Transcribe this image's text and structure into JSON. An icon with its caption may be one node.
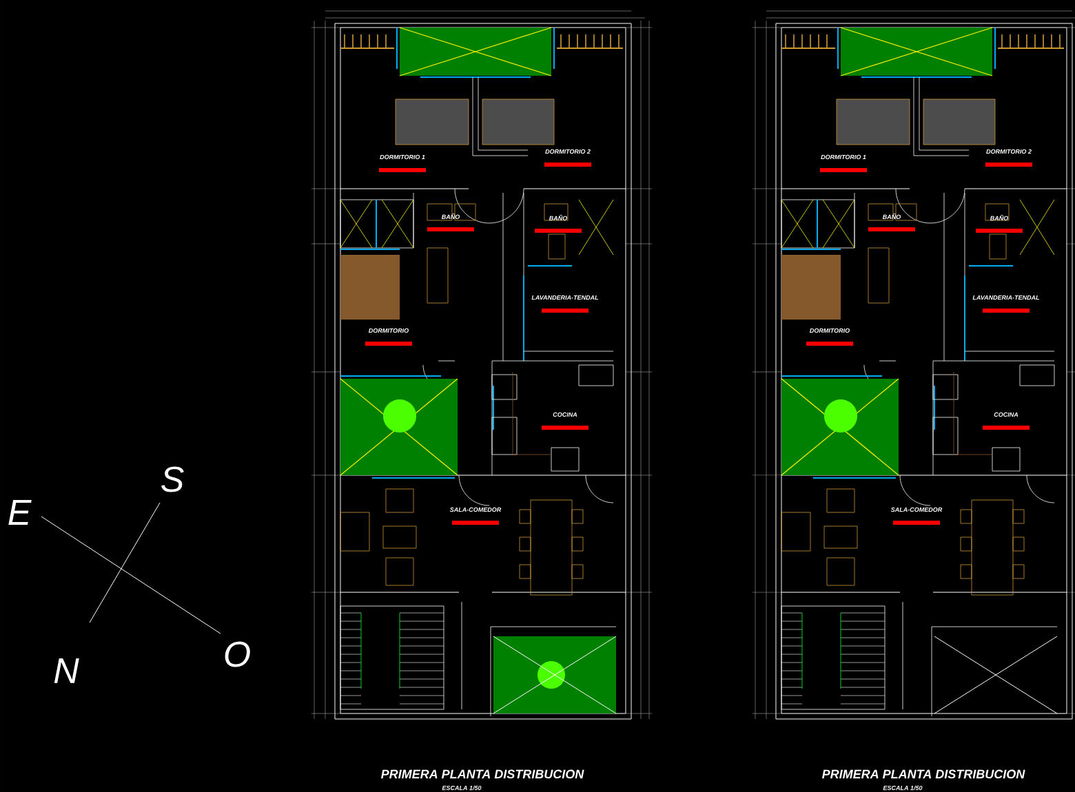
{
  "diagram": {
    "labels": [
      "DORMITORIO 1",
      "DORMITORIO 2",
      "BAÑO",
      "BAÑO",
      "DORMITORIO",
      "LAVANDERIA-TENDAL",
      "COCINA",
      "SALA-COMEDOR",
      "DORMITORIO 1",
      "DORMITORIO 2",
      "BAÑO",
      "BAÑO",
      "DORMITORIO",
      "LAVANDERIA-TENDAL",
      "COCINA",
      "SALA-COMEDOR",
      "E",
      "S",
      "N",
      "O",
      "PRIMERA PLANTA DISTRIBUCION",
      "ESCALA 1/50",
      "PRIMERA PLANTA DISTRIBUCION",
      "ESCALA 1/50"
    ]
  }
}
